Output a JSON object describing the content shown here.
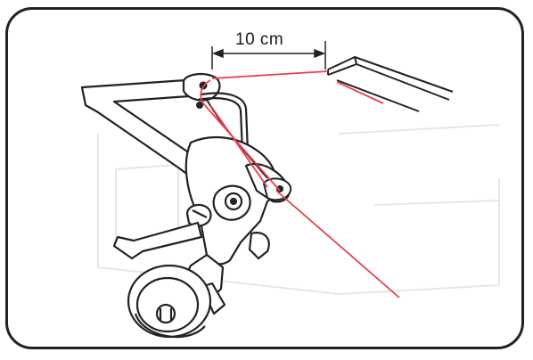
{
  "illustration": {
    "measurement_label": "10 cm",
    "colors": {
      "outline": "#222222",
      "thread": "#e8404a",
      "ghost": "#e9e9e9",
      "background": "#ffffff"
    },
    "parts": [
      "thread-guide-rod",
      "tension-lever-assembly",
      "tension-wheel",
      "red-thread"
    ]
  }
}
